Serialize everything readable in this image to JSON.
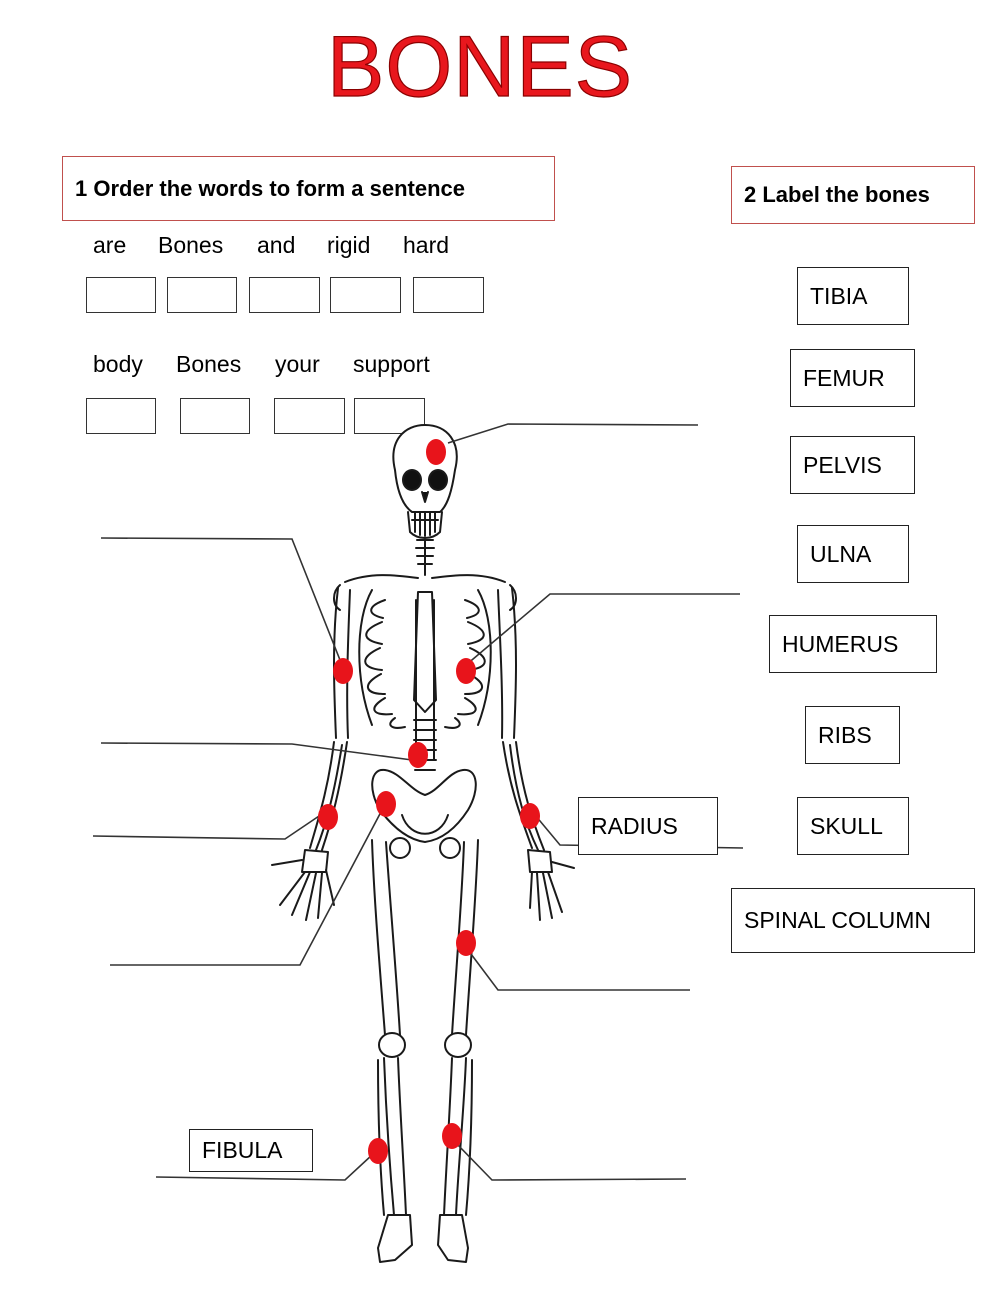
{
  "title": "BONES",
  "exercise1": {
    "heading": "1 Order the words to form a sentence",
    "sentence1_words": [
      "are",
      "Bones",
      "and",
      "rigid",
      "hard"
    ],
    "sentence2_words": [
      "body",
      "Bones",
      "your",
      "support"
    ]
  },
  "exercise2": {
    "heading": "2 Label the bones",
    "labels": [
      "TIBIA",
      "FEMUR",
      "PELVIS",
      "ULNA",
      "HUMERUS",
      "RIBS",
      "SKULL",
      "SPINAL COLUMN"
    ],
    "placed_labels": [
      "RADIUS",
      "FIBULA"
    ]
  },
  "colors": {
    "title_red": "#e8171d",
    "marker_red": "#e8141b",
    "box_border_red": "#c0504d"
  }
}
